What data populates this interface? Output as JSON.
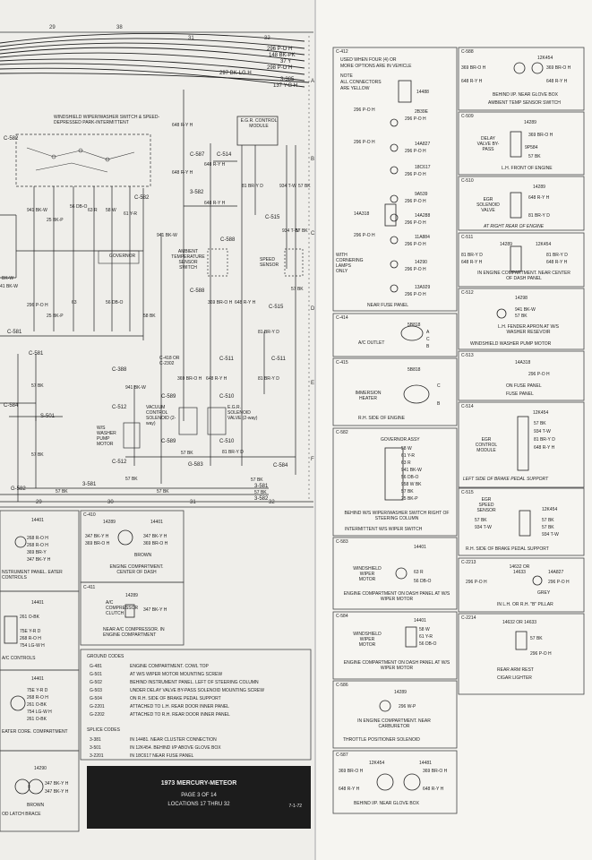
{
  "grid_top": [
    "29",
    "38",
    "31",
    "32"
  ],
  "grid_side": [
    "A",
    "B",
    "C",
    "D",
    "E",
    "F"
  ],
  "bus_lines": [
    "296 P-O H",
    "148 BK-PK",
    "37 Y",
    "298 P-O H",
    "297 BK-LG H",
    "3-385",
    "137 Y-B H"
  ],
  "left_labels": {
    "switch_title": "WINDSHIELD WIPER/WASHER SWITCH & SPEED-DEPRESSED PARK-INTERMITTENT",
    "c582_top": "C-582",
    "c582_right": "C-582",
    "w941": "941 BK-W",
    "w941b": "941 BK-W",
    "w56": "56 DB-O",
    "w63": "63 R",
    "w58": "58 W",
    "w61": "61 Y-R",
    "w25": "25 BK-P",
    "w296": "296 P-O H",
    "governor": "GOVERNOR",
    "bkw1": "BK-W",
    "bkw2": "41 BK-W",
    "w296b": "296 P-O H",
    "w25b": "25 BK-P",
    "w63b": "63",
    "w56b": "56 DB-O",
    "w58b": "58 BK",
    "c581": "C-581",
    "c581b": "C-581",
    "w57": "57 BK",
    "c584": "C-584",
    "s501": "S-501",
    "w57b": "57 BK",
    "g582": "G-582",
    "w57c": "57 BK",
    "s501b": "S-501",
    "e648": "648 R-Y H",
    "c587": "C-587",
    "c514": "C-514",
    "e648b": "648 R-Y H",
    "egr_module": "E.G.R. CONTROL MODULE",
    "e648c": "648 R-Y H",
    "s582": "3-582",
    "e648d": "648 R-Y H",
    "w81": "81 BR-Y D",
    "w934": "934 T-W",
    "w57d": "57 BK",
    "c515": "C-515",
    "w934b": "934 T-W",
    "w57e": "57 BK",
    "speed_sensor": "SPEED SENSOR",
    "ambient": "AMBIENT TEMPERATURE SENSOR SWITCH",
    "c588": "C-588",
    "c588b": "C-588",
    "w369": "369 BR-O H",
    "w648": "648 R-Y H",
    "c515b": "C-515",
    "w57f": "57 BK",
    "w81b": "81 BR-Y D",
    "c418": "C-418 OR C-2302",
    "c511": "C-511",
    "c511b": "C-511",
    "c388": "C-388",
    "w941c": "941 BK-W",
    "w369b": "369 BR-O H",
    "w648b": "648 R-Y H",
    "w81c": "81 BR-Y D",
    "c589": "C-589",
    "c510": "C-510",
    "c512": "C-512",
    "vac_sol": "VACUUM CONTROL SOLENOID (2-way)",
    "egr_sol": "E.G.R. SOLENOID VALVE (2-way)",
    "pump": "W/S WASHER PUMP MOTOR",
    "c589b": "C-589",
    "c510b": "C-510",
    "w57g": "57 BK",
    "w81d": "81 BR-Y D",
    "c512b": "C-512",
    "w57h": "57 BK",
    "g583": "G-583",
    "c584b": "C-584",
    "w57i": "57 BK",
    "s581": "3-581",
    "w57j": "57 BK",
    "s581b": "3-581",
    "w57k": "57 BK",
    "s582b": "3-582"
  },
  "bottom_grid": [
    "29",
    "30",
    "31",
    "32"
  ],
  "panel_14401_a": {
    "code": "14401",
    "lines": [
      "268 R-O H",
      "268 R-O H",
      "369 BR-Y",
      "347 BK-Y H"
    ],
    "caption": "NSTRUMENT PANEL. EATER CONTROLS"
  },
  "panel_14401_b": {
    "code": "14401",
    "lines": [
      "261 O-BK",
      "75E Y-R D",
      "268 R-O H",
      "754 LG-W H"
    ],
    "caption": "A/C CONTROLS"
  },
  "panel_14401_c": {
    "code": "14401",
    "lines": [
      "75E Y-R D",
      "268 R-O H",
      "261 O-BK",
      "754 LG-W H",
      "261 O-BK"
    ],
    "caption": "EATER CORE. COMPARTMENT"
  },
  "panel_14290_a": {
    "code": "14290",
    "lines": [
      "347 BK-Y H",
      "347 BK-Y H"
    ],
    "brown": "BROWN",
    "caption": "OD LATCH BRACE"
  },
  "c410": {
    "hdr": "C-410",
    "code1": "14289",
    "code2": "14401",
    "lines": [
      "347 BK-Y H",
      "369 BR-O H",
      "347 BK-Y H",
      "369 BR-O H"
    ],
    "brown": "BROWN",
    "caption": "ENGINE COMPARTMENT. CENTER OF DASH"
  },
  "c411": {
    "hdr": "C-411",
    "code": "14289",
    "label": "A/C COMPRESSOR CLUTCH",
    "line": "347 BK-Y H",
    "caption": "NEAR A/C COMPRESSOR. IN ENGINE COMPARTMENT"
  },
  "ground": {
    "hdr": "GROUND CODES",
    "rows": [
      [
        "G-481",
        "ENGINE COMPARTMENT. COWL TOP"
      ],
      [
        "G-501",
        "AT W/S WIPER MOTOR MOUNTING SCREW"
      ],
      [
        "G-502",
        "BEHIND INSTRUMENT PANEL. LEFT OF STEERING COLUMN"
      ],
      [
        "G-503",
        "UNDER DELAY VALVE BY-PASS SOLENOID MOUNTING SCREW"
      ],
      [
        "G-504",
        "ON R.H. SIDE OF BRAKE PEDAL SUPPORT"
      ],
      [
        "G-2201",
        "ATTACHED TO L.H. REAR DOOR INNER PANEL"
      ],
      [
        "G-2202",
        "ATTACHED TO R.H. REAR DOOR INNER PANEL"
      ]
    ]
  },
  "splice": {
    "hdr": "SPLICE CODES",
    "rows": [
      [
        "3-381",
        "IN 14481. NEAR CLUSTER CONNECTION"
      ],
      [
        "3-501",
        "IN 12K454. BEHIND I/P ABOVE GLOVE BOX"
      ],
      [
        "3-2201",
        "IN 18C617 NEAR FUSE PANEL"
      ]
    ]
  },
  "title": {
    "main": "1973 MERCURY-METEOR",
    "page": "PAGE 3 OF 14",
    "loc": "LOCATIONS 17 THRU 32",
    "rev": "7-1-72"
  },
  "c412": {
    "hdr": "C-412",
    "note1": "USED WHEN FOUR (4) OR",
    "note2": "MORE OPTIONS ARE IN VEHICLE",
    "note3": "NOTE",
    "note4": "ALL CONNECTORS",
    "note5": "ARE YELLOW",
    "c14488": "14488",
    "items": [
      [
        "296 P-O H",
        "2B39E",
        "296 P-O H"
      ],
      [
        "296 P-O H",
        "14A827",
        "296 P-O H"
      ],
      [
        "",
        "18C617",
        "296 P-O H"
      ],
      [
        "",
        "9A539",
        "296 P-O H"
      ],
      [
        "14A318",
        "14A288",
        "296 P-O H"
      ],
      [
        "296 P-O H",
        "11A884",
        "296 P-O H"
      ],
      [
        "",
        "14290",
        "296 P-O H"
      ],
      [
        "",
        "13A929",
        "296 P-O H"
      ]
    ],
    "cornering": "WITH CORNERING LAMPS ONLY",
    "caption": "NEAR FUSE PANEL"
  },
  "c588p": {
    "hdr": "C-588",
    "code": "12K454",
    "lines": [
      "369 BR-O H",
      "369 BR-O H",
      "648 R-Y H",
      "648 R-Y H"
    ],
    "caption1": "BEHIND I/P. NEAR GLOVE BOX",
    "caption2": "AMBIENT TEMP SENSOR SWITCH"
  },
  "c509": {
    "hdr": "C-509",
    "code": "14289",
    "label": "DELAY VALVE BY-PASS",
    "l1": "369 BR-O H",
    "c": "9P584",
    "l2": "57 BK",
    "caption": "L.H. FRONT OF ENGINE"
  },
  "c510p": {
    "hdr": "C-510",
    "code": "14289",
    "label": "EGR SOLENOID VALVE",
    "l1": "648 R-Y H",
    "l2": "81 BR-Y D",
    "caption": "AT RIGHT REAR OF ENGINE"
  },
  "c511p": {
    "hdr": "C-511",
    "code1": "14289",
    "code2": "12K454",
    "l": [
      "81 BR-Y D",
      "81 BR-Y D",
      "648 R-Y H",
      "648 R-Y H"
    ],
    "caption": "IN ENGINE COMPARTMENT. NEAR CENTER OF DASH PANEL"
  },
  "c512p": {
    "hdr": "C-512",
    "code": "14298",
    "l1": "941 BK-W",
    "l2": "57 BK",
    "caption1": "L.H. FENDER APRON AT W/S WASHER RESEVOIR",
    "caption2": "WINDSHIELD WASHER PUMP MOTOR"
  },
  "c414": {
    "hdr": "C-414",
    "code": "5B818",
    "label": "A/C OUTLET",
    "pins": [
      "A",
      "C",
      "B"
    ]
  },
  "c415": {
    "hdr": "C-415",
    "code": "5B818",
    "label": "IMMERSION HEATER",
    "pins": [
      "C",
      "B"
    ],
    "caption": "R.H. SIDE OF ENGINE"
  },
  "c513": {
    "hdr": "C-513",
    "code": "14A318",
    "l": "296 P-O H",
    "caption1": "ON FUSE PANEL",
    "caption2": "FUSE PANEL"
  },
  "c582p": {
    "hdr": "C-582",
    "title": "GOVERNOR ASSY",
    "lines": [
      "58 W",
      "61 Y-R",
      "63 R",
      "941 BK-W",
      "56 DB-O",
      "958 W BK",
      "57 BK",
      "25 BK-P"
    ],
    "caption1": "BEHIND W/S WIPER/WASHER SWITCH RIGHT OF STEERING COLUMN",
    "caption2": "INTERMITTENT W/S WIPER SWITCH"
  },
  "c514p": {
    "hdr": "C-514",
    "code": "12K454",
    "label": "EGR CONTROL MODULE",
    "lines": [
      "57 BK",
      "934 T-W",
      "81 BR-Y D",
      "648 R-Y H"
    ],
    "caption": "LEFT SIDE OF BRAKE PEDAL SUPPORT"
  },
  "c515p": {
    "hdr": "C-515",
    "label": "EGR SPEED SENSOR",
    "code": "12K454",
    "lines": [
      "57 BK",
      "57 BK",
      "57 BK",
      "934 T-W",
      "934 T-W"
    ],
    "caption": "R.H. SIDE OF BRAKE PEDAL SUPPORT"
  },
  "c583": {
    "hdr": "C-583",
    "code": "14401",
    "label": "WINDSHIELD WIPER MOTOR",
    "lines": [
      "63 R",
      "56 DB-O"
    ],
    "caption": "ENGINE COMPARTMENT ON DASH PANEL AT W/S WIPER MOTOR"
  },
  "c2213": {
    "hdr": "C-2213",
    "code1": "14632 OR 14633",
    "code2": "14A827",
    "l1": "296 P-O H",
    "l2": "296 P-O H",
    "grey": "GREY",
    "caption": "IN L.H. OR R.H. \"B\" PILLAR"
  },
  "c584p": {
    "hdr": "C-584",
    "code": "14401",
    "label": "WINDSHIELD WIPER MOTOR",
    "lines": [
      "58 W",
      "61 Y-R",
      "56 DB-O"
    ],
    "caption": "ENGINE COMPARTMENT ON DASH PANEL AT W/S WIPER MOTOR"
  },
  "c2214": {
    "hdr": "C-2214",
    "code": "14632 OR 14633",
    "l1": "57 BK",
    "l2": "296 P-O H",
    "caption1": "REAR ARM REST",
    "caption2": "CIGAR LIGHTER"
  },
  "c586": {
    "hdr": "C-586",
    "code": "14289",
    "l": "296 W-P",
    "caption1": "IN ENGINE COMPARTMENT. NEAR CARBURETOR",
    "caption2": "THROTTLE POSITIONER SOLENOID"
  },
  "c587p": {
    "hdr": "C-587",
    "code1": "12K454",
    "code2": "14481",
    "lines": [
      "369 BR-O H",
      "369 BR-O H",
      "648 R-Y H",
      "648 R-Y H"
    ],
    "caption": "BEHIND I/P. NEAR GLOVE BOX"
  }
}
